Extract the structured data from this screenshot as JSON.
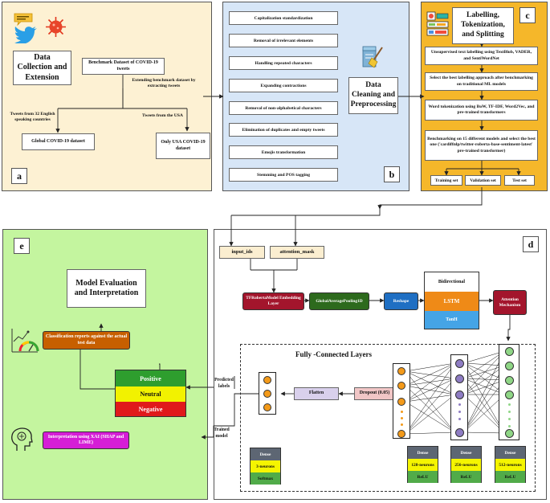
{
  "panel_a": {
    "label": "a",
    "title": "Data Collection and Extension",
    "benchmark": "Benchmark Dataset of COVID-19 tweets",
    "extending": "Extending benchmark dataset by extracting tweets",
    "tweets_32": "Tweets from 32 English speaking countries",
    "tweets_usa": "Tweets from the USA",
    "global": "Global COVID-19 dataset",
    "usa_only": "Only USA COVID-19 dataset"
  },
  "panel_b": {
    "label": "b",
    "title": "Data Cleaning and Preprocessing",
    "steps": [
      "Capitalization standardization",
      "Removal of irrelevant elements",
      "Handling repeated characters",
      "Expanding contractions",
      "Removal of non-alphabetical characters",
      "Elimination of duplicates and empty tweets",
      "Emojis transformation",
      "Stemming and POS tagging"
    ]
  },
  "panel_c": {
    "label": "c",
    "title": "Labelling, Tokenization, and Splitting",
    "steps": [
      "Unsupervised text labelling using TextBlob, VADER, and SentiWordNet",
      "Select the best labelling approach after benchmarking on traditional ML models",
      "Word tokenization using BoW, TF-IDF, Word2Vec, and pre-trained transformers",
      "Benchmarking on 15 different models and select the best one ('cardiffnlp/twitter-roberta-base-sentiment-latest' pre-trained transformer)"
    ],
    "splits": [
      "Training set",
      "Validation set",
      "Test set"
    ]
  },
  "panel_d": {
    "label": "d",
    "input_ids": "input_ids",
    "attention_mask": "attention_mask",
    "roberta": "TFRobertaModel Embedding Layer",
    "pooling": "GlobalAveragePooling1D",
    "reshape": "Reshape",
    "bidirectional": "Bidirectional",
    "lstm": "LSTM",
    "tanh": "TanH",
    "attention": "Attention Mechanism",
    "fc_title": "Fully -Connected Layers",
    "dropout": "Dropout (0.05)",
    "flatten": "Flatten",
    "dense_layers": [
      {
        "name": "Dense",
        "neurons": "3-neurons",
        "activation": "Softmax"
      },
      {
        "name": "Dense",
        "neurons": "128-neurons",
        "activation": "ReLU"
      },
      {
        "name": "Dense",
        "neurons": "256-neurons",
        "activation": "ReLU"
      },
      {
        "name": "Dense",
        "neurons": "512-neurons",
        "activation": "ReLU"
      }
    ],
    "predicted_labels": "Predicted labels",
    "trained_model": "Trained model"
  },
  "panel_e": {
    "label": "e",
    "title": "Model Evaluation and Interpretation",
    "classification": "Classification reports against the actual test data",
    "xai": "Interpretation using XAI (SHAP and LIME)",
    "classes": [
      "Positive",
      "Neutral",
      "Negative"
    ]
  },
  "colors": {
    "panel_a_bg": "#fdf1d3",
    "panel_b_bg": "#d7e6f7",
    "panel_c_bg": "#f5b72a",
    "panel_e_bg": "#c4f59f",
    "arrow": "#222222",
    "roberta": "#a3152c",
    "pooling": "#2d6a1d",
    "reshape": "#1f6fc3",
    "lstm": "#ef8a17",
    "tanh": "#45a4e6",
    "classification": "#c75f00",
    "xai": "#d51ed6",
    "positive": "#2e9e2e",
    "neutral": "#f2f200",
    "negative": "#e0191b",
    "dense_gray": "#5d6673",
    "dense_yellow": "#f5f500",
    "dense_green": "#51ab49",
    "input_pale": "#fbeed0",
    "dropout": "#f1c6c6",
    "flatten": "#d9d0ec"
  },
  "icons": [
    "tweet-bubble-icon",
    "bird-icon",
    "virus-icon",
    "cleaning-icon",
    "labelling-icon",
    "gauge-chart-icon",
    "brain-head-icon"
  ]
}
